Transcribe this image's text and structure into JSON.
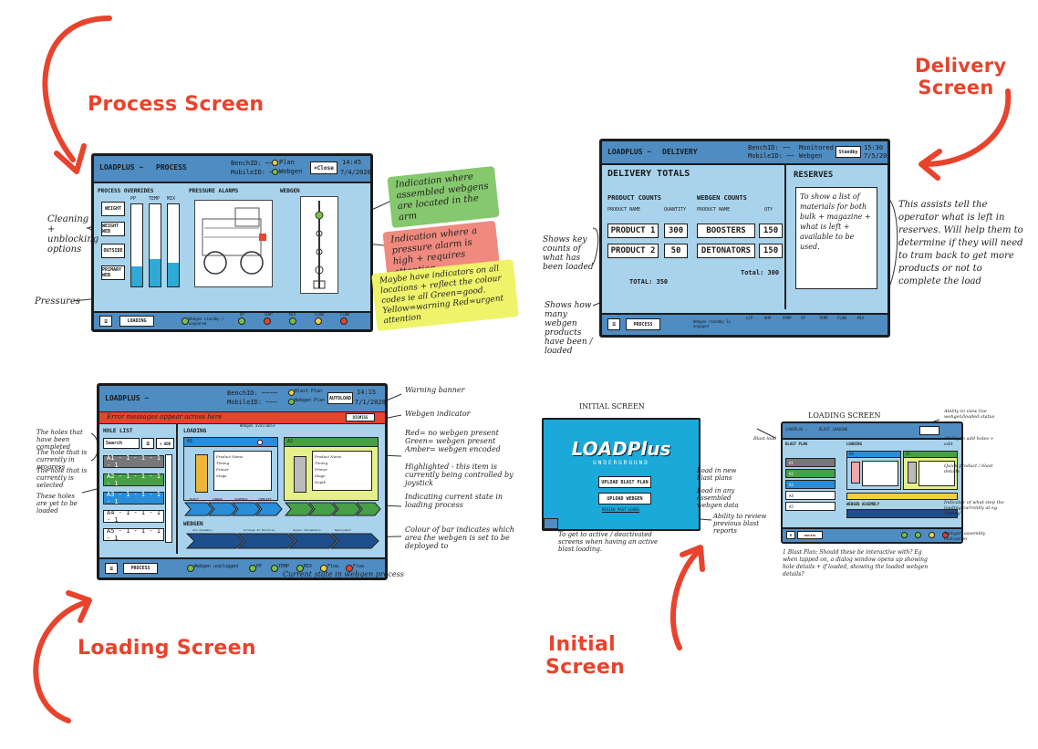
{
  "labels": {
    "process": "Process Screen",
    "delivery_line1": "Delivery",
    "delivery_line2": "Screen",
    "loading": "Loading Screen",
    "initial_line1": "Initial",
    "initial_line2": "Screen"
  },
  "process": {
    "app": "LOADPLUS ~",
    "title": "PROCESS",
    "bench_id": "BenchID: ~~~",
    "mobile_id": "MobileID: ~~~",
    "plan": "Plan",
    "webgen": "Webgen",
    "close": "Close",
    "time": "14:45",
    "date": "7/4/2020",
    "sec_overrides": "PROCESS OVERRIDES",
    "sec_alarms": "PRESSURE ALARMS",
    "sec_webgen": "WEBGEN",
    "overrides": [
      "WEIGHT",
      "WEIGHT WEB",
      "OUTSIDE",
      "PRIMARY WEB"
    ],
    "cols": [
      "PP",
      "TEMP",
      "MIX"
    ],
    "status_bar": [
      "PP",
      "TEMP",
      "MIX",
      "FLOW",
      "FLOW"
    ],
    "bottom_btn": "LOADING",
    "webgen_standby": "Webgen standby / ungeared"
  },
  "process_notes": {
    "left1": "Cleaning + unblocking options",
    "left2": "Pressures",
    "green": "Indication where assembled webgens are located in the arm",
    "red": "Indication where a pressure alarm is high + requires attention",
    "yellow": "Maybe have indicators on all locations + reflect the colour codes ie all Green=good. Yellow=warning Red=urgent attention"
  },
  "delivery": {
    "app": "LOADPLUS ~",
    "title": "DELIVERY",
    "bench_id": "BenchID: ~~",
    "mobile_id": "MobileID: ~~",
    "monitored": "Monitored",
    "webgen": "Webgen",
    "standby": "Standby",
    "time": "15:30",
    "date": "7/5/20",
    "totals": "DELIVERY TOTALS",
    "product_counts": "PRODUCT COUNTS",
    "webgen_counts": "WEBGEN COUNTS",
    "product_name": "PRODUCT NAME",
    "quantity": "QUANTITY",
    "qty": "QTY",
    "products": [
      {
        "name": "PRODUCT 1",
        "qty": "300"
      },
      {
        "name": "PRODUCT 2",
        "qty": "50"
      }
    ],
    "webgens": [
      {
        "name": "BOOSTERS",
        "qty": "150"
      },
      {
        "name": "DETONATORS",
        "qty": "150"
      }
    ],
    "total_products": "TOTAL: 350",
    "total_webgen": "Total: 300",
    "reserves": "RESERVES",
    "reserves_text": "To show a list of materials for both bulk + magazine + what is left + available to be used.",
    "process_btn": "PROCESS",
    "standby_status": "Webgen standby 1x engaged",
    "status_items": [
      "LCP",
      "OHP",
      "PUMP",
      "CP",
      "TEMP",
      "FLOW",
      "MIX"
    ]
  },
  "delivery_notes": {
    "left1": "Shows key counts of what has been loaded",
    "left2": "Shows how many webgen products have been / loaded",
    "right": "This assists tell the operator what is left in reserves. Will help them to determine if they will need to tram back to get more products or not to complete the load"
  },
  "loading": {
    "app": "LOADPLUS ~",
    "bench_id": "BenchID: ~~~~",
    "mobile_id": "MobileID: ~~~",
    "blast_plan": "Blast Plan",
    "webgen_plan": "Webgen Plan",
    "autoload": "AUTOLOAD",
    "time": "14:15",
    "date": "7/1/2020",
    "banner": "Error messages appear across here",
    "dismiss": "DISMISS",
    "hole_list": "HOLE LIST",
    "search": "Search",
    "add": "+ ADD",
    "holes": [
      "A1 - 1 - 1 - 1 - 1",
      "A2 - 1 - 1 - 1 - 1",
      "A3 - 1 - 1 - 1 - 1",
      "A4 - 1 - 1 - 1 - 1",
      "A5 - 1 - 1 - 1 - 1"
    ],
    "loading_title": "LOADING",
    "webgen_available": "Webgen available",
    "card1_id": "A5",
    "card2_id": "A2",
    "card_lines": [
      "Product Name",
      "Timing",
      "Primer",
      "Stage",
      "Depth"
    ],
    "stages": [
      "SELECT",
      "CHARGE",
      "ASSEMBLE",
      "COMPLETE"
    ],
    "webgen_title": "WEBGEN",
    "webgen_stages": [
      "Arm Assembly",
      "Arrange At Position",
      "Sensor Parameters",
      "Deployment"
    ],
    "process_btn": "PROCESS",
    "status": [
      "Webgen unplugged",
      "PP",
      "TEMP",
      "MIX",
      "Flow",
      "Flow"
    ]
  },
  "loading_notes": {
    "left1": "The holes that have been completed",
    "left2": "The hole that is currently in progress",
    "left3": "The hole that is currently is selected",
    "left4": "These holes are yet to be loaded",
    "r1": "Warning banner",
    "r2": "Webgen indicator",
    "r3": "Red= no webgen present Green= webgen present Amber= webgen encoded",
    "r4": "Highlighted - this item is currently being controlled by joystick",
    "r5": "Indicating current state in loading process",
    "r6": "Colour of bar indicates which area the webgen is set to be deployed to",
    "r7": "Current state in webgen process"
  },
  "initial": {
    "heading": "INITIAL SCREEN",
    "logo": "LOADPlus",
    "sub": "UNDERGROUND",
    "btn1": "UPLOAD BLAST PLAN",
    "btn2": "UPLOAD WEBGEN",
    "link": "REVIEW PAST LOADS",
    "note1": "Load in new blast plans",
    "note2": "Load in any assembled webgen data",
    "note3": "Ability to review previous blast reports",
    "note4": "To get to active / deactivated screens when having an active blast loading."
  },
  "loading_small": {
    "title": "LOADING SCREEN",
    "app": "LOADPLUS ~",
    "screen": "BLAST LOADING",
    "blast_plan": "BLAST PLAN",
    "loading": "LOADING",
    "holes": [
      "A1",
      "A2",
      "A3",
      "A4",
      "A5"
    ],
    "cards": [
      "A4",
      "A5"
    ],
    "webgen": "WEBGEN ASSEMBLY",
    "process": "PROCESS",
    "question": "1 Blast Plan: Should these be interactive with? Eg when tapped on, a dialog window opens up showing hole details + if loaded, showing the loaded webgen details?",
    "n1": "Ability to view live webgen/loaded status",
    "n2": "Ability to add holes + edit",
    "n3": "Quick product / blast details",
    "n4": "Indicator of what step the loading currently at eg 'timing'",
    "n5": "Webgen assembly indication",
    "n6": "Blast load"
  }
}
